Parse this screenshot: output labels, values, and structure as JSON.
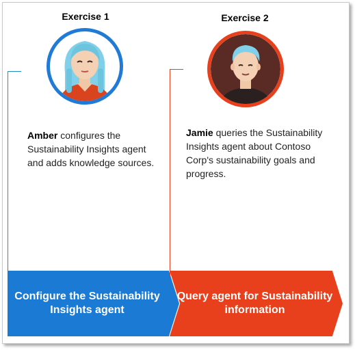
{
  "exercise1": {
    "title": "Exercise 1",
    "person_name": "Amber",
    "description_rest": " configures the Sustainability Insights agent and adds knowledge sources.",
    "action": "Configure the Sustainability Insights agent",
    "accent_color": "#1f7bd6"
  },
  "exercise2": {
    "title": "Exercise 2",
    "person_name": "Jamie",
    "description_rest": " queries the Sustainability Insights agent about Contoso Corp's sustainability goals and progress.",
    "action": "Query agent for Sustainability information",
    "accent_color": "#e8401c"
  },
  "icons": {
    "amber_avatar": "person-avatar-icon",
    "jamie_avatar": "person-avatar-icon"
  }
}
